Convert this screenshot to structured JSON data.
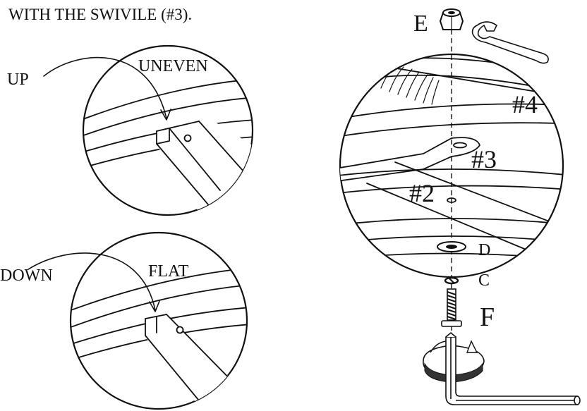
{
  "caption": "WITH THE SWIVILE (#3).",
  "panel_uneven": {
    "pointer_label": "UP",
    "title": "UNEVEN"
  },
  "panel_flat": {
    "pointer_label": "DOWN",
    "title": "FLAT"
  },
  "assembly": {
    "nut_label": "E",
    "frame_label": "#4",
    "swivel_label": "#3",
    "bar_label": "#2",
    "washer_label": "D",
    "lock_washer_label": "C",
    "bolt_label": "F"
  },
  "icons": [
    "wrench-icon",
    "hex-key-icon",
    "rotate-arrow-icon"
  ]
}
